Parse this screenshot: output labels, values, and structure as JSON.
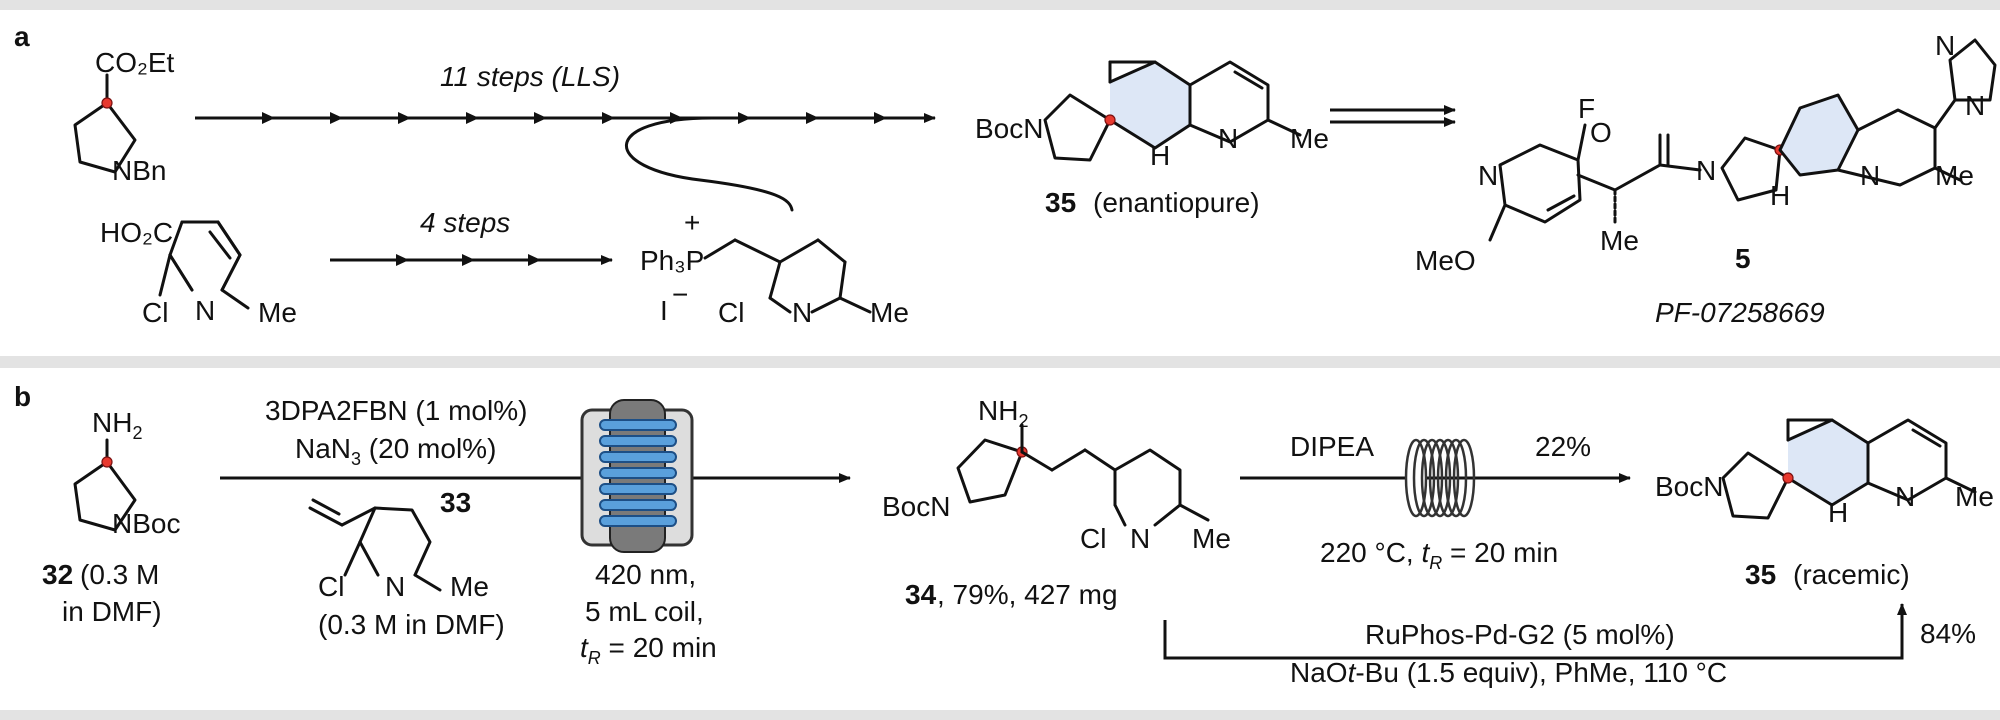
{
  "panel_a": {
    "label": "a",
    "start_ester_group": "CO₂Et",
    "start_amine_group": "NBn",
    "top_arrow_label": "11 steps (LLS)",
    "acid_group": "HO₂C",
    "chloro": "Cl",
    "ring_n": "N",
    "methyl": "Me",
    "mid_arrow_label": "4 steps",
    "phosphonium_group": "Ph₃P",
    "phosphonium_charge": "+",
    "iodide": "I",
    "iodide_charge": "−",
    "boc_n": "BocN",
    "nh": "H",
    "compound_35_number": "35",
    "compound_35_desc": "(enantiopure)",
    "fluoro": "F",
    "methoxy": "MeO",
    "carbonyl_o": "O",
    "compound_5_number": "5",
    "compound_5_code": "PF-07258669"
  },
  "panel_b": {
    "label": "b",
    "amine_group": "NH",
    "amine_sub": "2",
    "boc_group": "NBoc",
    "compound_32_number": "32",
    "compound_32_conc": "(0.3 M",
    "compound_32_solvent": "in DMF)",
    "reagent_line1": "3DPA2FBN (1 mol%)",
    "reagent_line2_a": "NaN",
    "reagent_line2_sub": "3",
    "reagent_line2_b": " (20 mol%)",
    "compound_33_number": "33",
    "compound_33_conc": "(0.3 M in DMF)",
    "photo_line1": "420 nm,",
    "photo_line2": "5 mL coil,",
    "photo_line3_a": "t",
    "photo_line3_sub": "R",
    "photo_line3_b": " = 20 min",
    "compound_34_number": "34",
    "compound_34_yield": ", 79%, 427 mg",
    "thermal_reagent": "DIPEA",
    "thermal_yield": "22%",
    "thermal_cond_a": "220 °C, ",
    "thermal_cond_t": "t",
    "thermal_cond_sub": "R",
    "thermal_cond_b": " = 20 min",
    "pd_line1": "RuPhos-Pd-G2 (5 mol%)",
    "pd_line2_a": "NaO",
    "pd_line2_it": "t",
    "pd_line2_b": "-Bu (1.5 equiv), PhMe, 110 °C",
    "pd_yield": "84%",
    "compound_35_number": "35",
    "compound_35_desc": "(racemic)"
  },
  "colors": {
    "stereocenter": "#e8392f",
    "highlight_ring": "#dde7f6",
    "panel_separator": "#e3e3e3",
    "photoreactor_tube": "#5aa0dc",
    "photoreactor_lamp": "#333333"
  }
}
